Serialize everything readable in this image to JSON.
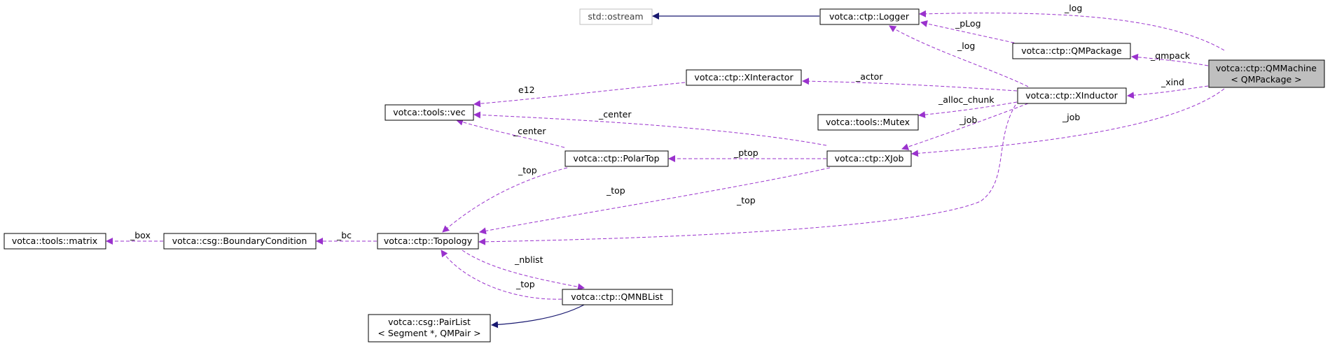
{
  "nodes": {
    "ostream": "std::ostream",
    "logger": "votca::ctp::Logger",
    "qmpackage": "votca::ctp::QMPackage",
    "qmmachine": [
      "votca::ctp::QMMachine",
      "< QMPackage >"
    ],
    "xinteractor": "votca::ctp::XInteractor",
    "xinductor": "votca::ctp::XInductor",
    "vec": "votca::tools::vec",
    "mutex": "votca::tools::Mutex",
    "polartop": "votca::ctp::PolarTop",
    "xjob": "votca::ctp::XJob",
    "matrix": "votca::tools::matrix",
    "boundary": "votca::csg::BoundaryCondition",
    "topology": "votca::ctp::Topology",
    "qmnblist": "votca::ctp::QMNBList",
    "pairlist": [
      "votca::csg::PairList",
      "< Segment *, QMPair >"
    ]
  },
  "edges": {
    "log_qm": "_log",
    "plog": "_pLog",
    "log_xind": "_log",
    "qmpack": "_qmpack",
    "xind": "_xind",
    "job_qm": "_job",
    "actor": "_actor",
    "e12": "e12",
    "center_xjob": "_center",
    "center_polar": "_center",
    "alloc_chunk": "_alloc_chunk",
    "job_xind": "_job",
    "ptop": "_ptop",
    "top_polar": "_top",
    "top_xjob": "_top",
    "top_xind": "_top",
    "box": "_box",
    "bc": "_bc",
    "nblist": "_nblist",
    "top_nb": "_top"
  },
  "colors": {
    "usage_edge": "#9a32cd",
    "inherit_edge": "#191970",
    "current_node_fill": "#bfbfbf",
    "external_node_border": "#bfbfbf"
  }
}
